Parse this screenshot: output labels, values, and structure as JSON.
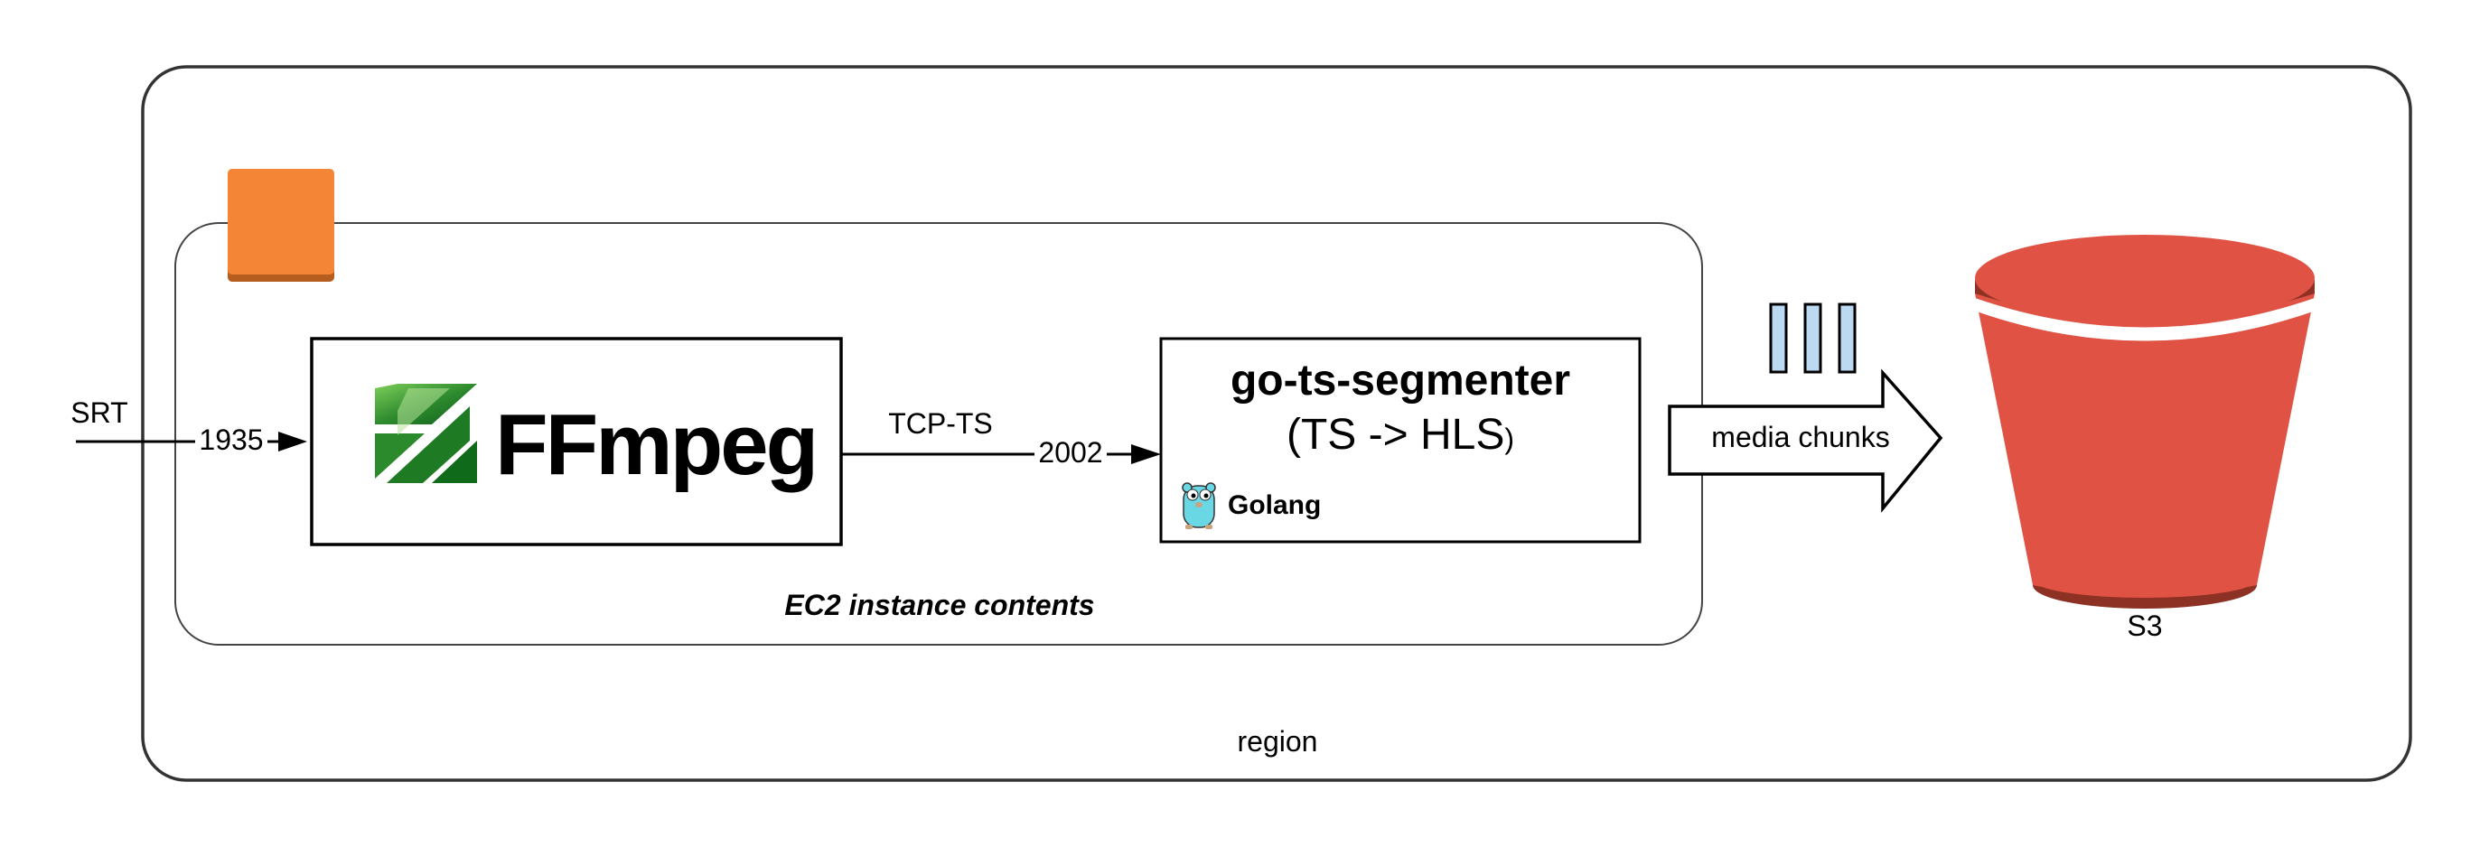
{
  "region": {
    "label": "region"
  },
  "ec2": {
    "label": "EC2 instance contents"
  },
  "input": {
    "protocol": "SRT",
    "port": "1935"
  },
  "ffmpeg": {
    "name": "FFmpeg",
    "logo_icon": "ffmpeg-logo-icon"
  },
  "link": {
    "protocol": "TCP-TS",
    "port": "2002"
  },
  "segmenter": {
    "title": "go-ts-segmenter",
    "subtitle_main": "(TS -> HLS",
    "subtitle_paren": ")",
    "lang": "Golang",
    "lang_icon": "gopher-icon"
  },
  "output": {
    "label": "media chunks"
  },
  "s3": {
    "label": "S3",
    "bucket_icon": "s3-bucket-icon"
  },
  "colors": {
    "ec2_orange": "#f58536",
    "ffmpeg_green": "#2e8b2e",
    "s3_red": "#e05243",
    "s3_dark": "#8c3123",
    "chunk_blue": "#bcd9f2",
    "gopher_blue": "#6ad7e5"
  }
}
